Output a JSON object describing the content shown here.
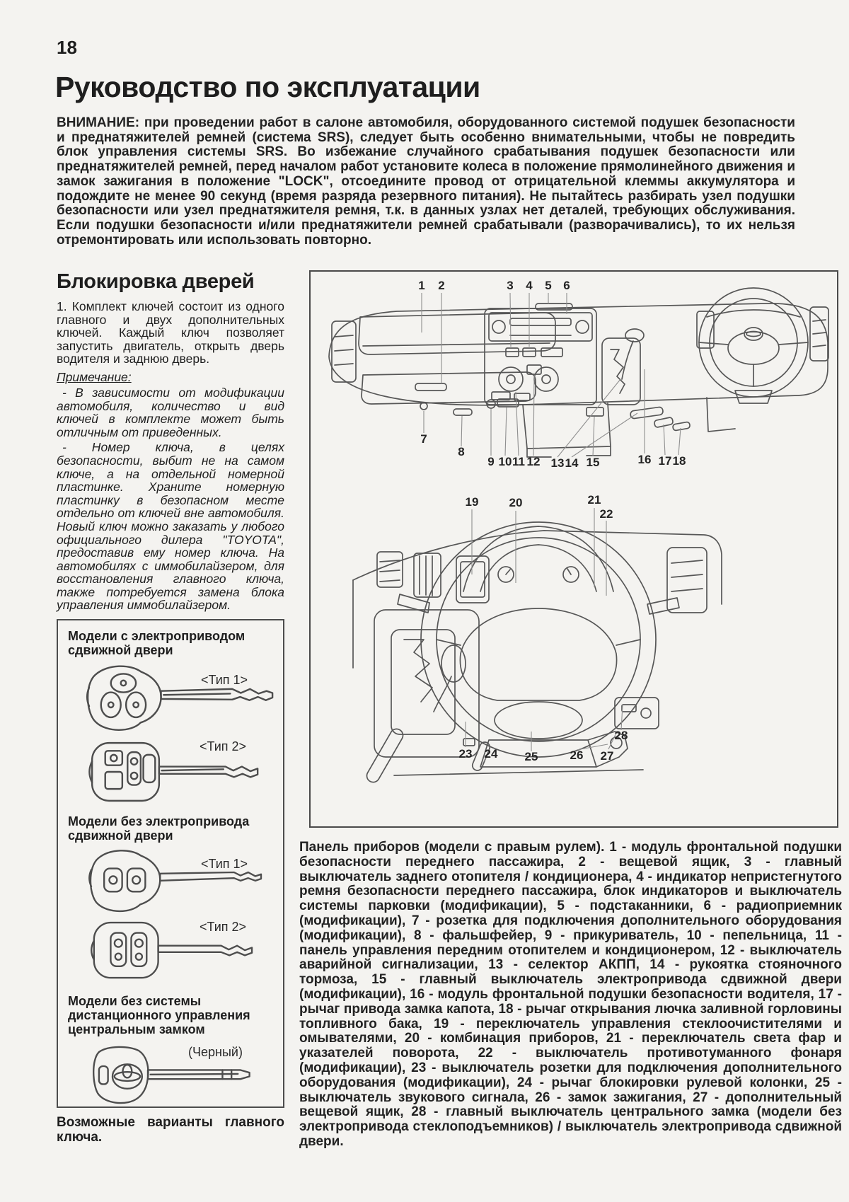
{
  "page": {
    "number": "18",
    "title": "Руководство по эксплуатации"
  },
  "warning": "ВНИМАНИЕ: при проведении работ в салоне автомобиля, оборудованного системой подушек безопасности и преднатяжителей ремней (система SRS), следует быть особенно внимательными, чтобы не повредить блок управления системы SRS. Во избежание случайного срабатывания подушек безопасности или преднатяжителей ремней, перед началом работ установите колеса в положение прямолинейного движения и замок зажигания в положение \"LOCK\", отсоедините провод от отрицательной клеммы аккумулятора и подождите не менее 90 секунд (время разряда резервного питания). Не пытайтесь разбирать узел подушки безопасности или узел преднатяжителя ремня, т.к. в данных узлах нет деталей, требующих обслуживания. Если подушки безопасности и/или преднатяжители ремней срабатывали (разворачивались), то их нельзя отремонтировать или использовать повторно.",
  "section": {
    "heading": "Блокировка дверей",
    "para1": "1. Комплект ключей состоит из одного главного и двух дополнительных ключей. Каждый ключ позволяет запустить двигатель, открыть дверь водителя и заднюю дверь.",
    "note_label": "Примечание:",
    "notes": [
      "- В зависимости от модификации автомобиля, количество и вид ключей в комплекте может быть отличным от приведенных.",
      "- Номер ключа, в целях безопасности, выбит не на самом ключе, а на отдельной номерной пластинке. Храните номерную пластинку в безопасном месте отдельно от ключей вне автомобиля. Новый ключ можно заказать у любого официального дилера \"TOYOTA\", предоставив ему номер ключа. На автомобилях с иммобилайзером, для восстановления главного ключа, также потребуется замена блока управления иммобилайзером."
    ]
  },
  "keys": {
    "group1": "Модели с электроприводом сдвижной двери",
    "group2": "Модели без электропривода сдвижной двери",
    "group3": "Модели без системы дистанционного управления центральным замком",
    "type1": "<Тип 1>",
    "type2": "<Тип 2>",
    "black": "(Черный)",
    "caption": "Возможные варианты главного ключа."
  },
  "diagram": {
    "top_callouts": [
      "1",
      "2",
      "3",
      "4",
      "5",
      "6",
      "7",
      "8",
      "9",
      "10",
      "11",
      "12",
      "13",
      "14",
      "15",
      "16",
      "17",
      "18"
    ],
    "bottom_callouts": [
      "19",
      "20",
      "21",
      "22",
      "23",
      "24",
      "25",
      "26",
      "27",
      "28"
    ],
    "caption": "Панель приборов (модели с правым рулем). 1 - модуль фронтальной подушки безопасности переднего пассажира, 2 - вещевой ящик, 3 - главный выключатель заднего отопителя / кондиционера, 4 - индикатор непристегнутого ремня безопасности переднего пассажира, блок индикаторов и выключатель системы парковки (модификации), 5 - подстаканники, 6 - радиоприемник (модификации), 7 - розетка для подключения дополнительного оборудования (модификации), 8 - фальшфейер, 9 - прикуриватель, 10 - пепельница, 11 - панель управления передним отопителем и кондиционером, 12 - выключатель аварийной сигнализации, 13 - селектор АКПП, 14 - рукоятка стояночного тормоза, 15 - главный выключатель электропривода сдвижной двери (модификации), 16 - модуль фронтальной подушки безопасности водителя, 17 - рычаг привода замка капота, 18 - рычаг открывания лючка заливной горловины топливного бака, 19 - переключатель управления стеклоочистителями и омывателями, 20 - комбинация приборов, 21 - переключатель света фар и указателей поворота, 22 - выключатель противотуманного фонаря (модификации), 23 - выключатель розетки для подключения дополнительного оборудования (модификации), 24 - рычаг блокировки рулевой колонки, 25 - выключатель звукового сигнала, 26 - замок зажигания, 27 - дополнительный вещевой ящик, 28 - главный выключатель центрального замка (модели без электропривода стеклоподъемников) / выключатель электропривода сдвижной двери."
  }
}
